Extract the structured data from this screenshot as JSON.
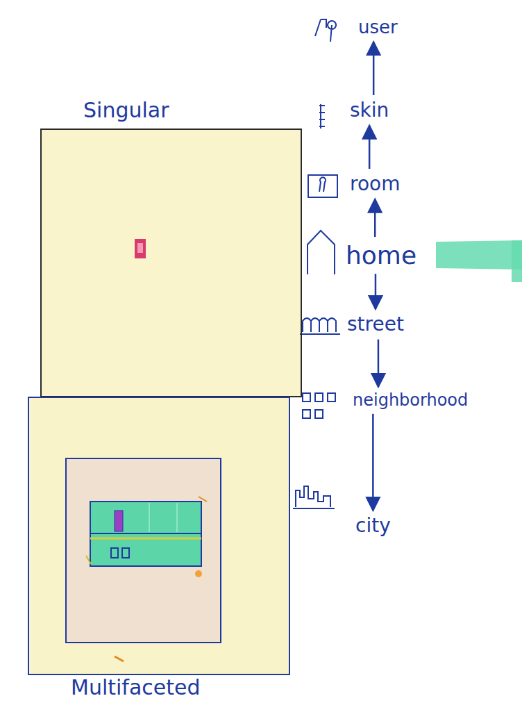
{
  "diagram": {
    "nodes": [
      {
        "text": [
          "Singular"
        ]
      },
      {
        "text": [
          "Multifaceted"
        ]
      },
      {
        "text": [
          "user"
        ]
      },
      {
        "text": [
          "skin"
        ]
      },
      {
        "text": [
          "room"
        ]
      },
      {
        "text": [
          "home"
        ]
      },
      {
        "text": [
          "street"
        ]
      },
      {
        "text": [
          "neighborhood"
        ]
      },
      {
        "text": [
          "city"
        ]
      }
    ],
    "edges": [
      {
        "from": 3,
        "to": 2,
        "arrow": "to"
      },
      {
        "from": 4,
        "to": 3,
        "arrow": "to"
      },
      {
        "from": 5,
        "to": 4,
        "arrow": "to"
      },
      {
        "from": 5,
        "to": 6,
        "arrow": "to"
      },
      {
        "from": 6,
        "to": 7,
        "arrow": "to"
      },
      {
        "from": 7,
        "to": 8,
        "arrow": "to"
      }
    ]
  }
}
